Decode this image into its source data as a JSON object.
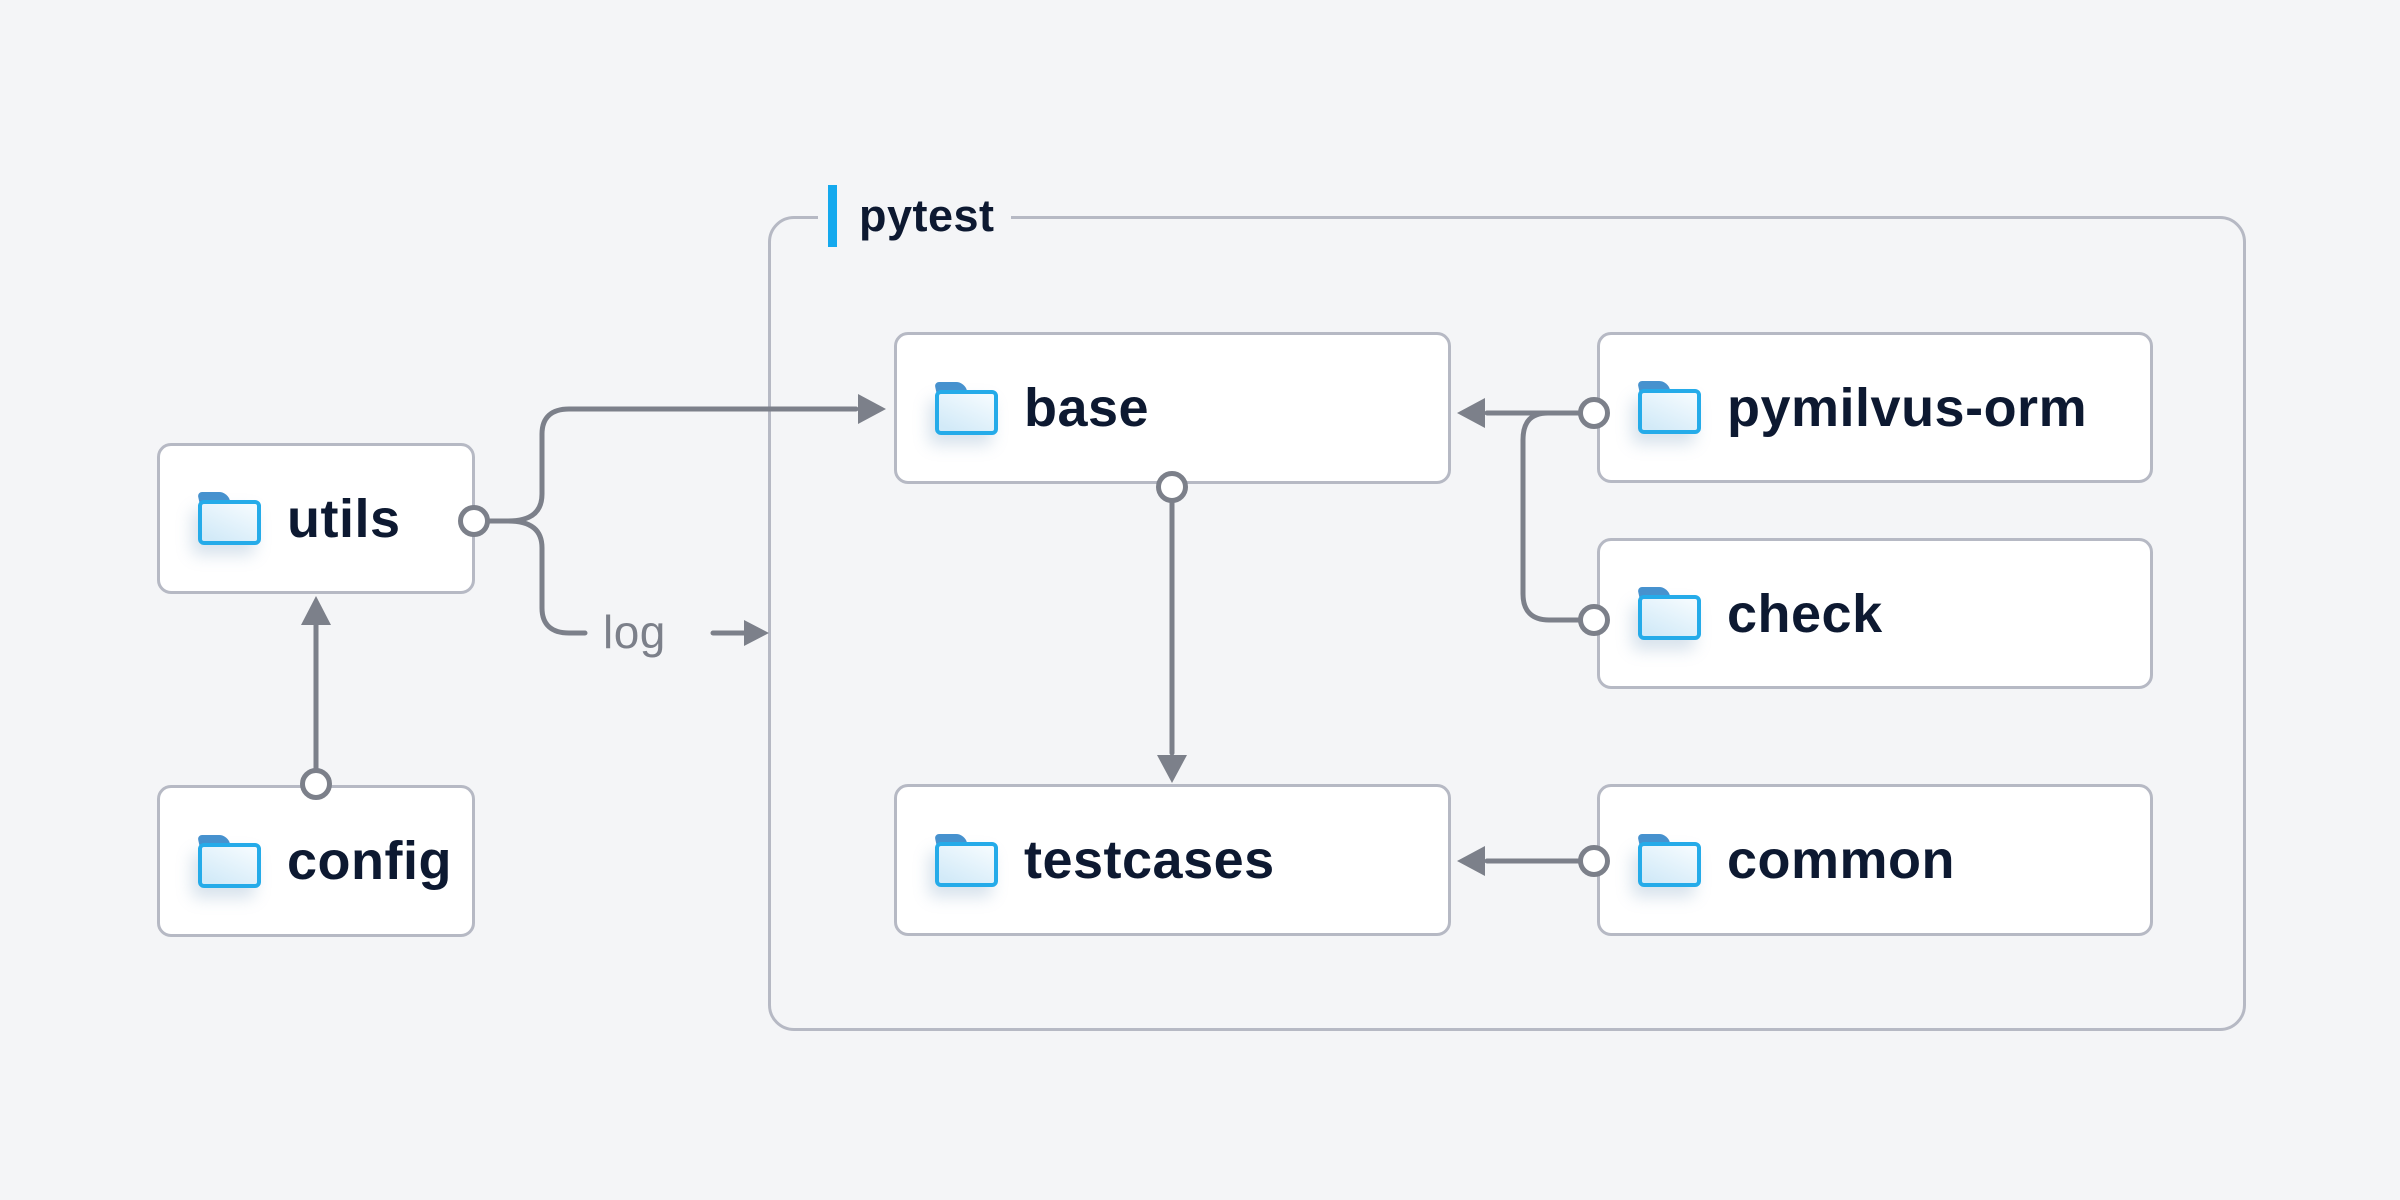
{
  "diagram": {
    "group": {
      "label": "pytest"
    },
    "nodes": [
      {
        "id": "utils",
        "label": "utils"
      },
      {
        "id": "config",
        "label": "config"
      },
      {
        "id": "base",
        "label": "base"
      },
      {
        "id": "pymilvus-orm",
        "label": "pymilvus-orm"
      },
      {
        "id": "check",
        "label": "check"
      },
      {
        "id": "testcases",
        "label": "testcases"
      },
      {
        "id": "common",
        "label": "common"
      }
    ],
    "edges": [
      {
        "from": "config",
        "to": "utils",
        "label": ""
      },
      {
        "from": "utils",
        "to": "base",
        "label": ""
      },
      {
        "from": "utils",
        "to": "pytest-group",
        "label": "log"
      },
      {
        "from": "pymilvus-orm",
        "to": "base",
        "label": ""
      },
      {
        "from": "check",
        "to": "base",
        "label": ""
      },
      {
        "from": "base",
        "to": "testcases",
        "label": ""
      },
      {
        "from": "common",
        "to": "testcases",
        "label": ""
      }
    ],
    "colors": {
      "background": "#f4f5f7",
      "node_fill": "#ffffff",
      "node_border": "#b6b9c4",
      "connector": "#7c808a",
      "text": "#0d1931",
      "accent": "#14a9ee",
      "folder_stroke": "#25abe9",
      "folder_tab": "#4792cf"
    }
  }
}
